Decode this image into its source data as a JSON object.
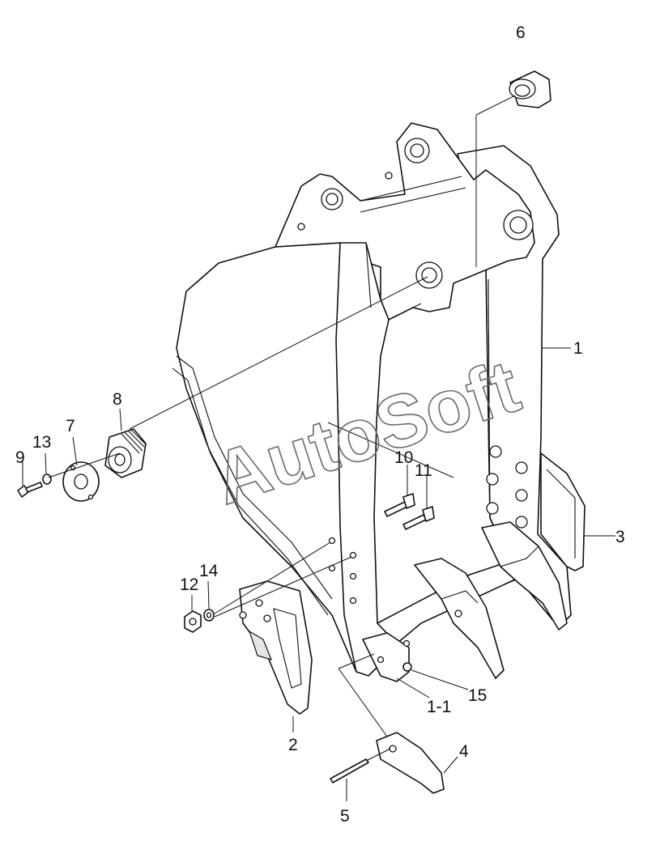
{
  "watermark": "AutoSoft",
  "callouts": [
    {
      "id": "c1",
      "text": "1"
    },
    {
      "id": "c1-1",
      "text": "1-1"
    },
    {
      "id": "c2",
      "text": "2"
    },
    {
      "id": "c3",
      "text": "3"
    },
    {
      "id": "c4",
      "text": "4"
    },
    {
      "id": "c5",
      "text": "5"
    },
    {
      "id": "c6",
      "text": "6"
    },
    {
      "id": "c7",
      "text": "7"
    },
    {
      "id": "c8",
      "text": "8"
    },
    {
      "id": "c9",
      "text": "9"
    },
    {
      "id": "c10",
      "text": "10"
    },
    {
      "id": "c11",
      "text": "11"
    },
    {
      "id": "c12",
      "text": "12"
    },
    {
      "id": "c13",
      "text": "13"
    },
    {
      "id": "c14",
      "text": "14"
    },
    {
      "id": "c15",
      "text": "15"
    }
  ]
}
